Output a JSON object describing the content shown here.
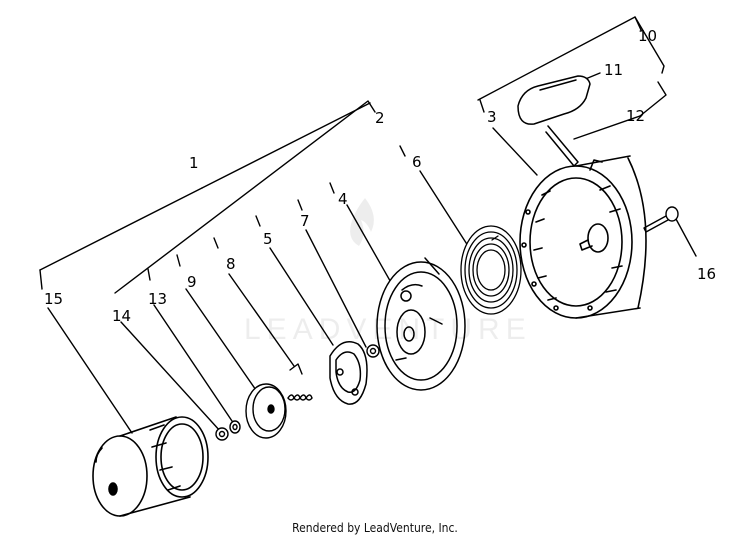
{
  "diagram": {
    "callouts": [
      {
        "id": "c1",
        "text": "1"
      },
      {
        "id": "c2",
        "text": "2"
      },
      {
        "id": "c3",
        "text": "3"
      },
      {
        "id": "c4",
        "text": "4"
      },
      {
        "id": "c5",
        "text": "5"
      },
      {
        "id": "c6",
        "text": "6"
      },
      {
        "id": "c7",
        "text": "7"
      },
      {
        "id": "c8",
        "text": "8"
      },
      {
        "id": "c9",
        "text": "9"
      },
      {
        "id": "c10",
        "text": "10"
      },
      {
        "id": "c11",
        "text": "11"
      },
      {
        "id": "c12",
        "text": "12"
      },
      {
        "id": "c13",
        "text": "13"
      },
      {
        "id": "c14",
        "text": "14"
      },
      {
        "id": "c15",
        "text": "15"
      },
      {
        "id": "c16",
        "text": "16"
      }
    ],
    "watermark": "LEADVENTURE",
    "footer": "Rendered by LeadVenture, Inc."
  }
}
